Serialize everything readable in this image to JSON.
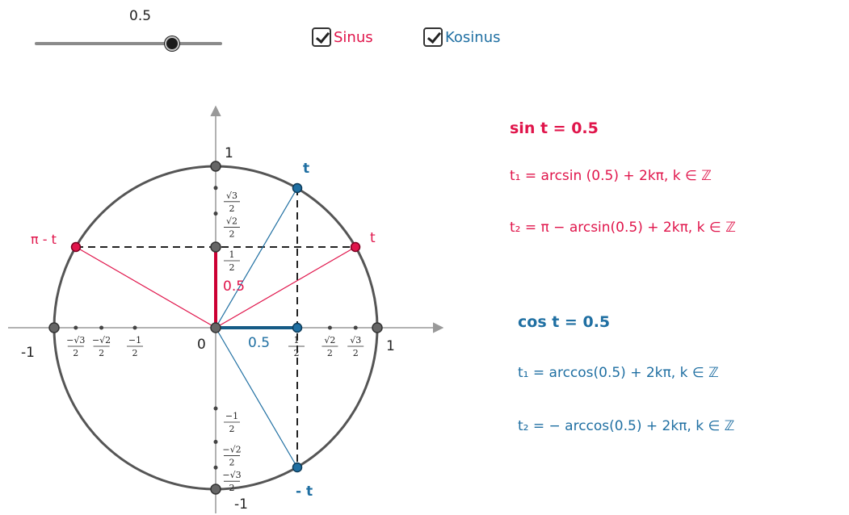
{
  "slider": {
    "value": 0.5,
    "value_label": "0.5",
    "min": -1,
    "max": 1
  },
  "checkboxes": [
    {
      "label": "Sinus",
      "checked": true,
      "color": "#e0154b"
    },
    {
      "label": "Kosinus",
      "checked": true,
      "color": "#1f6fa2"
    }
  ],
  "colors": {
    "sin": "#e0154b",
    "cos": "#1f6fa2",
    "sin_dark": "#cc0033",
    "cos_dark": "#155b86",
    "circle": "#555555"
  },
  "diagram": {
    "axis_labels": {
      "one_x": "1",
      "minus_one_x": "-1",
      "one_y": "1",
      "minus_one_y": "-1",
      "origin": "0"
    },
    "point_labels": {
      "t_upper": "t",
      "t_lower": "- t",
      "t_right": "t",
      "pi_minus_t": "π - t"
    },
    "sin_value_label": "0.5",
    "cos_value_label": "0.5",
    "x_tick_labels": [
      {
        "value": 0.5,
        "num": "1",
        "den": "2"
      },
      {
        "value": 0.7071,
        "num": "√2",
        "den": "2"
      },
      {
        "value": 0.866,
        "num": "√3",
        "den": "2"
      },
      {
        "value": -0.5,
        "num": "−1",
        "den": "2"
      },
      {
        "value": -0.7071,
        "num": "−√2",
        "den": "2"
      },
      {
        "value": -0.866,
        "num": "−√3",
        "den": "2"
      }
    ],
    "y_tick_labels": [
      {
        "value": 0.5,
        "num": "1",
        "den": "2"
      },
      {
        "value": 0.7071,
        "num": "√2",
        "den": "2"
      },
      {
        "value": 0.866,
        "num": "√3",
        "den": "2"
      },
      {
        "value": -0.5,
        "num": "−1",
        "den": "2"
      },
      {
        "value": -0.7071,
        "num": "−√2",
        "den": "2"
      },
      {
        "value": -0.866,
        "num": "−√3",
        "den": "2"
      }
    ]
  },
  "equations": {
    "sin_title": "sin t =  0.5",
    "sin_t1": "t₁ = arcsin (0.5) + 2kπ,  k ∈ ℤ",
    "sin_t2": "t₂ = π − arcsin(0.5) + 2kπ,  k ∈ ℤ",
    "cos_title": "cos t  =  0.5",
    "cos_t1": "t₁ = arccos(0.5) + 2kπ,  k ∈ ℤ",
    "cos_t2": "t₂ = − arccos(0.5) + 2kπ,  k ∈ ℤ"
  }
}
